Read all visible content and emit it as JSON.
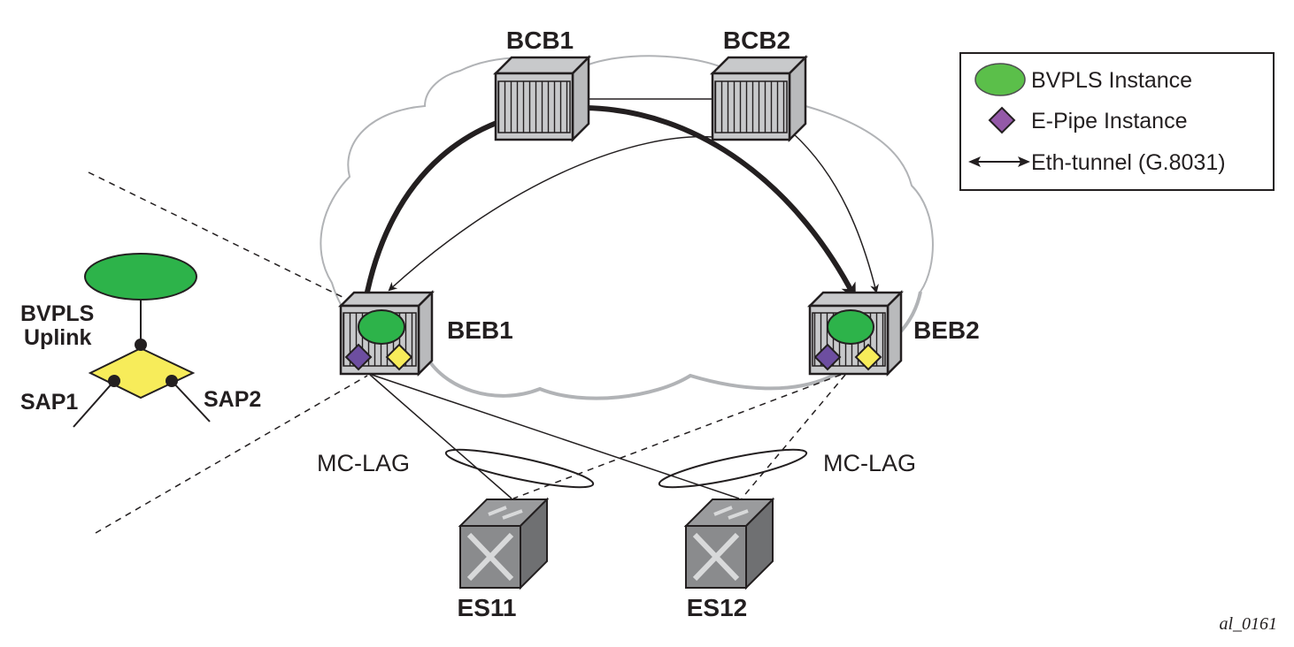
{
  "diagram": {
    "nodes": {
      "bcb1": {
        "label": "BCB1",
        "type": "backbone-core-bridge"
      },
      "bcb2": {
        "label": "BCB2",
        "type": "backbone-core-bridge"
      },
      "beb1": {
        "label": "BEB1",
        "type": "backbone-edge-bridge"
      },
      "beb2": {
        "label": "BEB2",
        "type": "backbone-edge-bridge"
      },
      "es11": {
        "label": "ES11",
        "type": "ethernet-switch"
      },
      "es12": {
        "label": "ES12",
        "type": "ethernet-switch"
      }
    },
    "mclag_left": "MC-LAG",
    "mclag_right": "MC-LAG",
    "detail": {
      "uplink_label_line1": "BVPLS",
      "uplink_label_line2": "Uplink",
      "sap1": "SAP1",
      "sap2": "SAP2"
    },
    "legend": {
      "items": [
        {
          "icon": "green-ellipse-icon",
          "label": "BVPLS Instance"
        },
        {
          "icon": "purple-diamond-icon",
          "label": "E-Pipe Instance"
        },
        {
          "icon": "double-arrow-icon",
          "label": "Eth-tunnel (G.8031)"
        }
      ]
    },
    "figure_id": "al_0161",
    "colors": {
      "bvpls_green": "#2db34a",
      "epipe_purple": "#6d4ea0",
      "sap_yellow": "#f7ec5a",
      "device_gray": "#c8c9cb",
      "switch_gray": "#8a8b8d",
      "cloud_stroke": "#b1b3b6"
    }
  }
}
